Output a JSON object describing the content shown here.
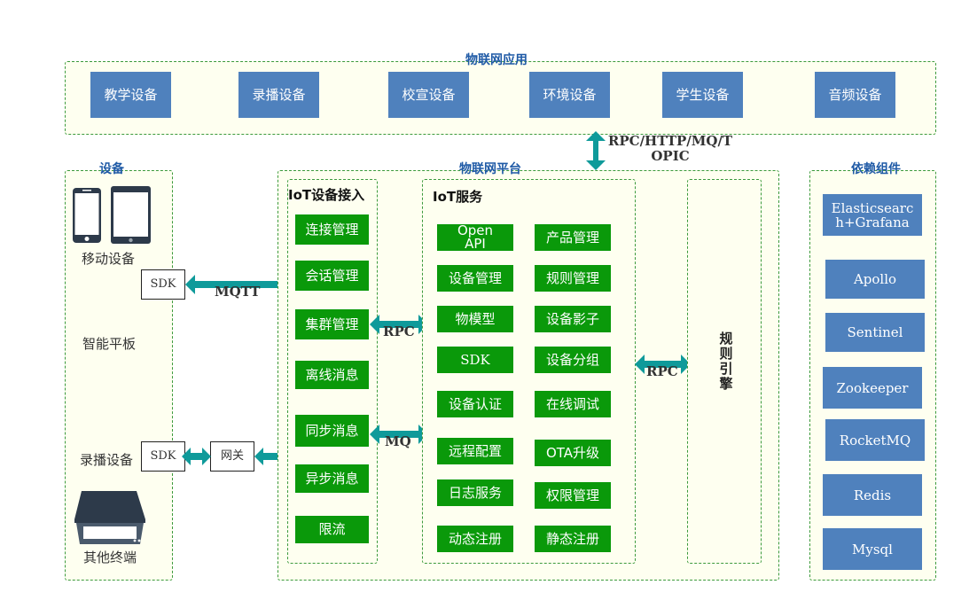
{
  "app_layer": {
    "title": "物联网应用",
    "items": [
      "教学设备",
      "录播设备",
      "校宣设备",
      "环境设备",
      "学生设备",
      "音频设备"
    ]
  },
  "top_link_label": "RPC/HTTP/MQ/TOPIC",
  "devices": {
    "title": "设备",
    "mobile_label": "移动设备",
    "tablet_label": "智能平板",
    "recorder_label": "录播设备",
    "other_label": "其他终端",
    "sdk_top": "SDK",
    "sdk_bottom": "SDK",
    "gateway": "网关",
    "mqtt_label": "MQTT"
  },
  "platform": {
    "title": "物联网平台",
    "access": {
      "title": "IoT设备接入",
      "items": [
        "连接管理",
        "会话管理",
        "集群管理",
        "离线消息",
        "同步消息",
        "异步消息",
        "限流"
      ]
    },
    "rpc_label_1": "RPC",
    "mq_label": "MQ",
    "service": {
      "title": "IoT服务",
      "left": [
        "Open API",
        "设备管理",
        "物模型",
        "SDK",
        "设备认证",
        "远程配置",
        "日志服务",
        "动态注册"
      ],
      "right": [
        "产品管理",
        "规则管理",
        "设备影子",
        "设备分组",
        "在线调试",
        "OTA升级",
        "权限管理",
        "静态注册"
      ]
    },
    "rpc_label_2": "RPC",
    "rule_engine": "规则引擎"
  },
  "deps": {
    "title": "依赖组件",
    "items": [
      "Elasticsearch+Grafana",
      "Apollo",
      "Sentinel",
      "Zookeeper",
      "RocketMQ",
      "Redis",
      "Mysql"
    ]
  },
  "colors": {
    "frame_border": "#3c9a3c",
    "frame_fill": "#fefff0",
    "blue_box": "#4f81bd",
    "green_box": "#0a990a",
    "arrow": "#0f9a9a",
    "title_blue": "#1f5aa6"
  }
}
